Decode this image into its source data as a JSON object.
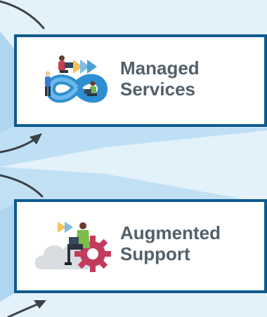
{
  "colors": {
    "background": "#e3f1fb",
    "beam": "#a9d3ef",
    "card_border": "#0d5a8f",
    "card_text": "#53606b",
    "arrow": "#3b4147"
  },
  "cards": [
    {
      "line1": "Managed",
      "line2": "Services",
      "icon": "devops-infinity-icon"
    },
    {
      "line1": "Augmented",
      "line2": "Support",
      "icon": "cloud-gear-icon"
    }
  ]
}
